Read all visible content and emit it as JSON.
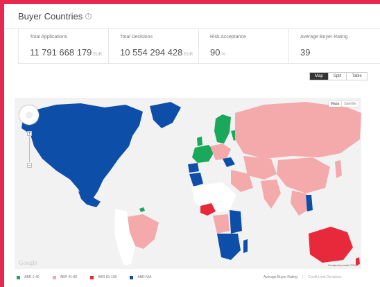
{
  "header": {
    "title": "Buyer Countries",
    "info_glyph": "i"
  },
  "stats": [
    {
      "label": "Total Applications",
      "value": "11 791 668 179",
      "unit": "EUR"
    },
    {
      "label": "Total Decisions",
      "value": "10 554 294 428",
      "unit": "EUR"
    },
    {
      "label": "Risk Acceptance",
      "value": "90",
      "unit": "%"
    },
    {
      "label": "Average Buyer Rating",
      "value": "39",
      "unit": ""
    }
  ],
  "view_toggle": {
    "map": "Map",
    "split": "Split",
    "table": "Table",
    "active": "map"
  },
  "map": {
    "type_map": "Mapa",
    "type_satellite": "Satellite",
    "google_logo": "Google",
    "attribution": "Zemljevid podatki ©2014",
    "zoom_in": "+",
    "zoom_out": "−"
  },
  "colors": {
    "abr_1_40": "#1aa85a",
    "abr_41_80": "#f4a9ab",
    "abr_81_100": "#e8293b",
    "abr_na": "#0d4fa8",
    "no_data": "#ffffff",
    "ocean": "#f2f2f2"
  },
  "legend": [
    {
      "label": "ABR 1-40",
      "color": "#1aa85a"
    },
    {
      "label": "ABR 41-80",
      "color": "#f4a9ab"
    },
    {
      "label": "ABR 81-100",
      "color": "#e8293b"
    },
    {
      "label": "ABR N/A",
      "color": "#0d4fa8"
    }
  ],
  "metric_switch": {
    "active": "Average Buyer Rating",
    "inactive": "Credit Limit Decisions"
  }
}
